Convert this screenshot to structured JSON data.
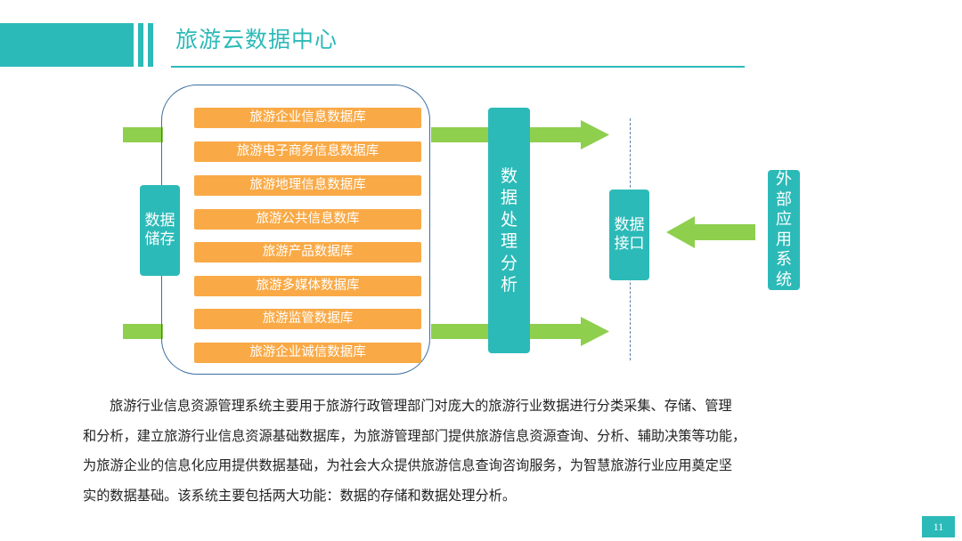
{
  "header": {
    "title": "旅游云数据中心"
  },
  "storage": {
    "label_lines": [
      "数据",
      "储存"
    ],
    "databases": [
      "旅游企业信息数据库",
      "旅游电子商务信息数据库",
      "旅游地理信息数据库",
      "旅游公共信息数库",
      "旅游产品数据库",
      "旅游多媒体数据库",
      "旅游监管数据库",
      "旅游企业诚信数据库"
    ]
  },
  "processing": {
    "label": "数据处理分析"
  },
  "interface": {
    "label_lines": [
      "数据",
      "接口"
    ]
  },
  "external": {
    "label": "外部应用系统"
  },
  "description": {
    "lines": [
      "旅游行业信息资源管理系统主要用于旅游行政管理部门对庞大的旅游行业数据进行分类采集、存储、管理",
      "和分析，建立旅游行业信息资源基础数据库，为旅游管理部门提供旅游信息资源查询、分析、辅助决策等功能，",
      "为旅游企业的信息化应用提供数据基础，为社会大众提供旅游信息查询咨询服务，为智慧旅游行业应用奠定坚",
      "实的数据基础。该系统主要包括两大功能：数据的存储和数据处理分析。"
    ]
  },
  "page_number": "11",
  "colors": {
    "teal": "#2cbab8",
    "orange": "#f9aa47",
    "green": "#8ecf4e",
    "frame": "#3d6fa0"
  }
}
